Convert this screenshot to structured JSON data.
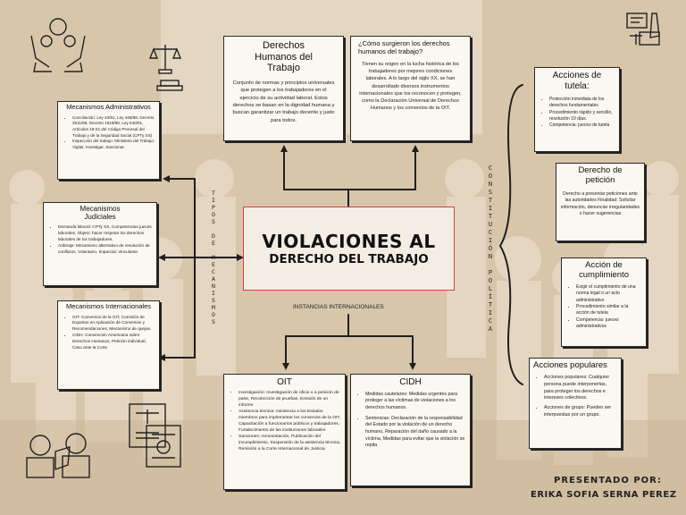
{
  "main_title": {
    "line1": "VIOLACIONES AL",
    "line2": "DERECHO DEL TRABAJO"
  },
  "vertical_labels": {
    "left": [
      "T",
      "I",
      "P",
      "O",
      "S",
      "",
      "D",
      "E",
      "",
      "M",
      "E",
      "C",
      "A",
      "N",
      "I",
      "S",
      "M",
      "O",
      "S"
    ],
    "right": [
      "C",
      "O",
      "N",
      "S",
      "T",
      "I",
      "T",
      "U",
      "C",
      "I",
      "Ó",
      "N",
      "",
      "P",
      "O",
      "L",
      "Í",
      "T",
      "I",
      "C",
      "A"
    ]
  },
  "instancias_label": "INSTANCIAS INTERNACIONALES",
  "top_left_box": {
    "title": "Derechos Humanos del Trabajo",
    "body": "Conjunto de normas y principios universales que protegen a los trabajadores en el ejercicio de su actividad laboral. Estos derechos se basan en la dignidad humana y buscan garantizar un trabajo decente y justo para todos."
  },
  "top_right_box": {
    "title": "¿Cómo surgieron los derechos humanos del trabajo?",
    "body": "Tienen su origen en la lucha histórica de los trabajadores por mejores condiciones laborales. A lo largo del siglo XX, se han desarrollado diversos instrumentos internacionales que los reconocen y protegen, como la Declaración Universal de Derechos Humanos y los convenios de la OIT."
  },
  "mec_admin": {
    "title": "Mecanismos Administrativos",
    "items": [
      "Conciliación: Ley 23/91, Ley 446/98, Decreto 2511/98, Decreto 1818/98, Ley 640/01, Artículos 19-22 del Código Procesal del Trabajo y de la Seguridad Social (CPTy SS)",
      "Inspección del trabajo: Ministerio del Trabajo: Vigilar, Investigar, Sancionar."
    ]
  },
  "mec_judic": {
    "title": "Mecanismos Judiciales",
    "items": [
      "Demanda laboral: CPTy SS, Competencias jueces laborales, Objeto: hacer respetar los derechos laborales de los trabajadores.",
      "Arbitraje: Mecanismo alternativo de resolución de conflictos. Voluntario, Imparcial, Vinculante."
    ]
  },
  "mec_intl": {
    "title": "Mecanismos Internacionales",
    "items": [
      "OIT: Convenios de la OIT, Comisión de Expertos en Aplicación de Convenios y Recomendaciones, Mecanismo de quejas.",
      "CIDH: Convención Americana sobre Derechos Humanos, Petición individual, Caso ante la Corte"
    ]
  },
  "oit": {
    "title": "OIT",
    "items": [
      "Investigación: Investigación de oficio o a petición de parte, Recolección de pruebas, Emisión de un informe",
      "Asistencia técnica: Asistencia a los Estados miembros para implementar los convenios de la OIT, Capacitación a funcionarios públicos y trabajadores, Fortalecimiento de las instituciones laborales",
      "Sanciones: Amonestación, Publicación del incumplimiento, Suspensión de la asistencia técnica, Remisión a la Corte Internacional de Justicia"
    ]
  },
  "cidh": {
    "title": "CIDH",
    "items": [
      "Medidas cautelares: Medidas urgentes para proteger a las víctimas de violaciones a los derechos humanos.",
      "Sentencias: Declaración de la responsabilidad del Estado por la violación de un derecho humano, Reparación del daño causado a la víctima, Medidas para evitar que la violación se repita"
    ]
  },
  "tutela": {
    "title": "Acciones de tutela:",
    "items": [
      "Protección inmediata de los derechos fundamentales",
      "Procedimiento rápido y sencillo, resolución 10 días.",
      "Competencia: jueces de tutela"
    ]
  },
  "peticion": {
    "title": "Derecho de petición",
    "body": "Derecho a presentar peticiones ante las autoridades Finalidad: Solicitar información, denunciar irregularidades o hacer sugerencias"
  },
  "cumplimiento": {
    "title": "Acción de cumplimiento",
    "items": [
      "Exigir el cumplimiento de una norma legal o un acto administrativo",
      "Procedimiento similar a la acción de tutela",
      "Competencia: jueces administrativos"
    ]
  },
  "populares": {
    "title": "Acciones populares",
    "items": [
      "Acciones populares: Cualquier persona puede interponerlas, para proteger los derechos e intereses colectivos.",
      "Acciones de grupo: Pueden ser interpuestas por un grupo."
    ]
  },
  "signature": {
    "line1": "PRESENTADO POR:",
    "line2": "ERIKA SOFIA SERNA PEREZ"
  },
  "colors": {
    "background": "#d9c7ad",
    "accent_red": "#d94040",
    "box_bg": "#fbf8f2"
  }
}
